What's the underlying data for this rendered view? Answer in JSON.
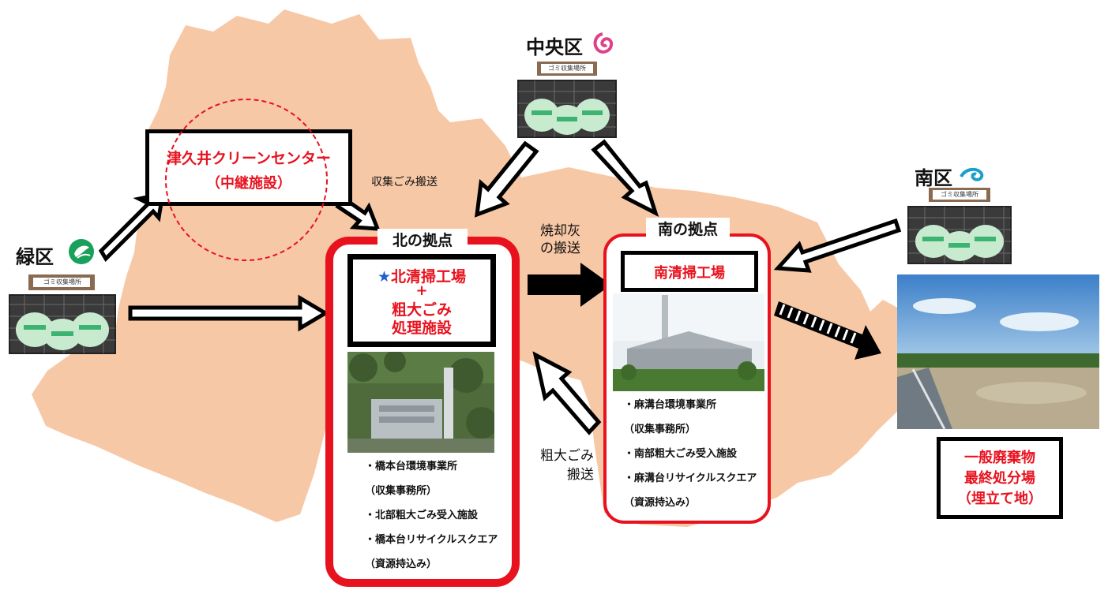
{
  "wards": {
    "midori": {
      "name": "緑区"
    },
    "chuo": {
      "name": "中央区"
    },
    "minami": {
      "name": "南区"
    }
  },
  "bin_sign": "ゴミ収集場所",
  "tsukui": {
    "name": "津久井クリーンセンター",
    "sub": "（中継施設）"
  },
  "labels": {
    "collection_transport": "収集ごみ搬送",
    "ash_line1": "焼却灰",
    "ash_line2": "の搬送",
    "bulky_line1": "粗大ごみ",
    "bulky_line2": "搬送"
  },
  "north": {
    "hub_title": "北の拠点",
    "star": "★",
    "line1": "北清掃工場",
    "plus": "+",
    "line2": "粗大ごみ",
    "line3": "処理施設",
    "facilities": [
      "・橋本台環境事業所",
      "（収集事務所）",
      "・北部粗大ごみ受入施設",
      "・橋本台リサイクルスクエア",
      "（資源持込み）"
    ]
  },
  "south": {
    "hub_title": "南の拠点",
    "plant": "南清掃工場",
    "facilities": [
      "・麻溝台環境事業所",
      "（収集事務所）",
      "・南部粗大ごみ受入施設",
      "・麻溝台リサイクルスクエア",
      "（資源持込み）"
    ]
  },
  "landfill": {
    "line1": "一般廃棄物",
    "line2": "最終処分場",
    "line3": "（埋立て地）"
  },
  "colors": {
    "map": "#f7c8a6",
    "red": "#e8121e",
    "star": "#1f5fd0"
  },
  "icons": {
    "midori": "leaf-circle-icon",
    "chuo": "swirl-icon",
    "minami": "wave-icon"
  }
}
